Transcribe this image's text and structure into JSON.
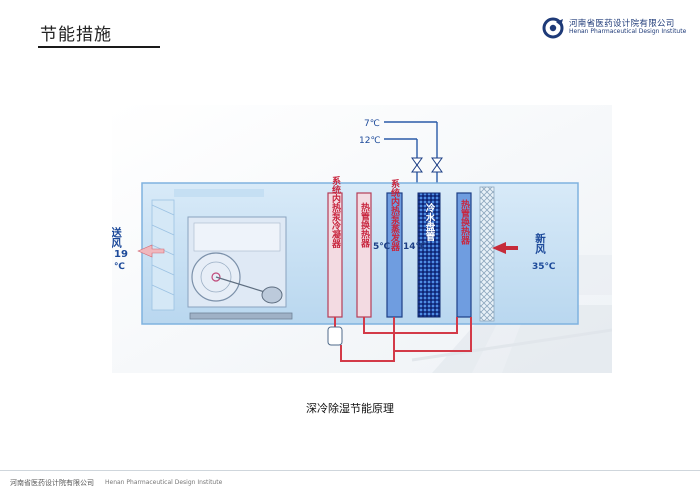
{
  "header": {
    "title": "节能措施",
    "logo_cn": "河南省医药设计院有限公司",
    "logo_en": "Henan Pharmaceutical Design Institute"
  },
  "diagram": {
    "supply_air": {
      "label": "送风",
      "temp": "19",
      "unit": "℃"
    },
    "fresh_air": {
      "label": "新风",
      "temp": "35℃"
    },
    "chilled_water": {
      "supply_temp": "7℃",
      "return_temp": "12℃"
    },
    "coil_temps": {
      "left": "5℃",
      "right": "14℃"
    },
    "coils": [
      {
        "label": "系统内热泵冷凝器",
        "color": "#d35567"
      },
      {
        "label": "热管换热器",
        "color": "#d35567"
      },
      {
        "label": "系统内热泵蒸发器",
        "color": "#d35567"
      },
      {
        "label": "冷水盘管",
        "color": "#ffffff"
      },
      {
        "label": "热管换热器",
        "color": "#d35567"
      }
    ]
  },
  "caption": "深冷除湿节能原理",
  "footer": {
    "cn": "河南省医药设计院有限公司",
    "en": "Henan Pharmaceutical Design Institute"
  }
}
